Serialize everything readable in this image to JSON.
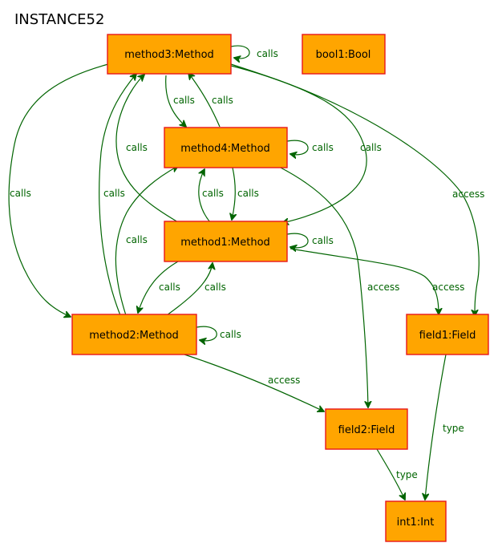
{
  "title": "INSTANCE52",
  "colors": {
    "node_fill": "#FFA500",
    "node_border": "#E8161A",
    "edge": "#006400",
    "text": "#000000"
  },
  "nodes": {
    "method3": {
      "label": "method3:Method"
    },
    "bool1": {
      "label": "bool1:Bool"
    },
    "method4": {
      "label": "method4:Method"
    },
    "method1": {
      "label": "method1:Method"
    },
    "method2": {
      "label": "method2:Method"
    },
    "field1": {
      "label": "field1:Field"
    },
    "field2": {
      "label": "field2:Field"
    },
    "int1": {
      "label": "int1:Int"
    }
  },
  "edge_labels": {
    "m3_self": "calls",
    "m3_m4": "calls",
    "m4_m3": "calls",
    "m4_self": "calls",
    "m3_m1": "calls",
    "m1_m3": "calls",
    "m3_m2": "calls",
    "m2_m3": "calls",
    "m2_m4": "calls",
    "m1_m4": "calls",
    "m4_m1": "calls",
    "m1_self": "calls",
    "m1_m2": "calls",
    "m2_m1": "calls",
    "m2_self": "calls",
    "m3_f1": "access",
    "m4_f2": "access",
    "m1_f1": "access",
    "m2_f2": "access",
    "f1_int": "type",
    "f2_int": "type"
  }
}
